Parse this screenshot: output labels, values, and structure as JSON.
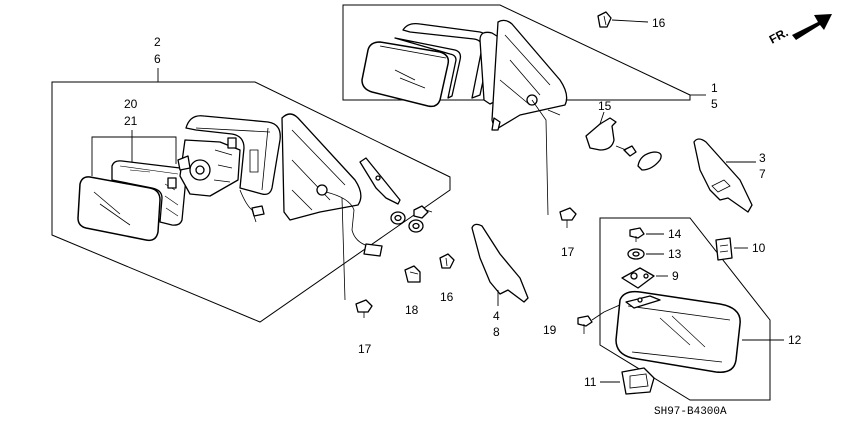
{
  "diagram_code": "SH97-B4300A",
  "direction_label": "FR.",
  "labels": {
    "l1": "1",
    "l2": "2",
    "l3": "3",
    "l4": "4",
    "l5": "5",
    "l6": "6",
    "l7": "7",
    "l8": "8",
    "l9": "9",
    "l10": "10",
    "l11": "11",
    "l12": "12",
    "l13": "13",
    "l14": "14",
    "l15": "15",
    "l16a": "16",
    "l16b": "16",
    "l17a": "17",
    "l17b": "17",
    "l18": "18",
    "l19": "19",
    "l20": "20",
    "l21": "21"
  },
  "icons": {
    "direction": "arrow-icon"
  }
}
